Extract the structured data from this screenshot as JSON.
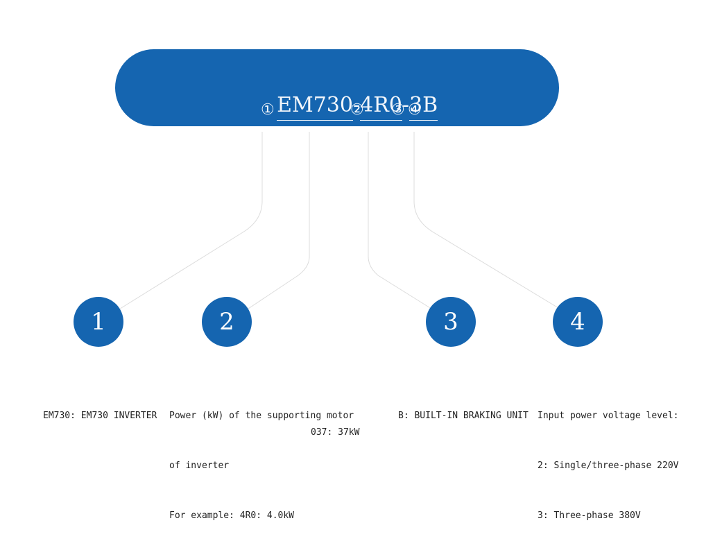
{
  "model": {
    "part1": "EM730",
    "sep1": "-",
    "part2": "4R0",
    "sep2": "-",
    "part3": "3",
    "part4": "B"
  },
  "markers": [
    "①",
    "②",
    "③",
    "④"
  ],
  "nodes": [
    {
      "number": "1",
      "lines": [
        "EM730: EM730 INVERTER"
      ]
    },
    {
      "number": "2",
      "lines": [
        "Power (kW) of the supporting motor",
        "of inverter",
        "For example: 4R0: 4.0kW",
        "037: 37kW"
      ]
    },
    {
      "number": "3",
      "lines": [
        "B: BUILT-IN BRAKING UNIT"
      ]
    },
    {
      "number": "4",
      "lines": [
        "Input power voltage level:",
        "2: Single/three-phase 220V",
        "3: Three-phase 380V"
      ]
    }
  ],
  "colors": {
    "accent": "#1565b0",
    "text": "#222222",
    "line": "#dcdcdc"
  }
}
